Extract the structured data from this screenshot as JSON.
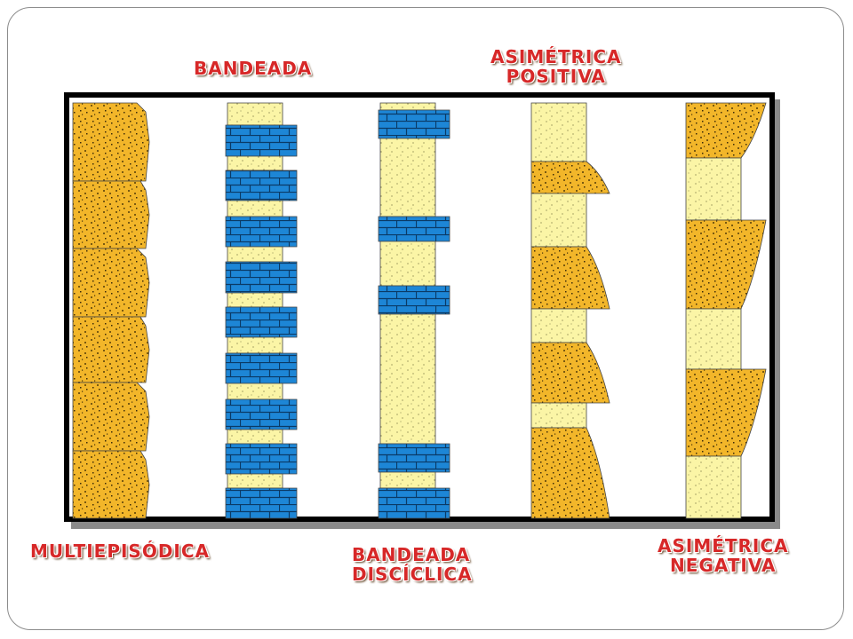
{
  "labels": {
    "bandeada": "BANDEADA",
    "asimetrica_positiva": [
      "ASIMÉTRICA",
      "POSITIVA"
    ],
    "multiepisodica": "MULTIEPISÓDICA",
    "bandeada_disciclica": [
      "BANDEADA",
      "DISCÍCLICA"
    ],
    "asimetrica_negativa": [
      "ASIMÉTRICA",
      "NEGATIVA"
    ]
  },
  "colors": {
    "label_red": "#d72828",
    "sandstone_orange": "#f2b62a",
    "sand_light": "#fbf5a6",
    "limestone_blue": "#1d86d6",
    "frame_black": "#000000"
  },
  "columns": [
    {
      "id": "multiepisodica",
      "pattern": [
        "conglomerate",
        "conglomerate",
        "conglomerate",
        "conglomerate",
        "conglomerate",
        "conglomerate"
      ]
    },
    {
      "id": "bandeada",
      "pattern": [
        "sand",
        "limestone",
        "sand",
        "limestone",
        "sand",
        "limestone",
        "sand",
        "limestone",
        "sand",
        "limestone",
        "sand",
        "limestone",
        "sand",
        "limestone",
        "sand",
        "limestone",
        "sand",
        "limestone"
      ]
    },
    {
      "id": "bandeada_disciclica",
      "pattern": [
        "limestone",
        "sand",
        "limestone",
        "sand",
        "limestone",
        "sand",
        "limestone",
        "sand",
        "limestone"
      ]
    },
    {
      "id": "asimetrica_positiva",
      "pattern": [
        "sand",
        "conglomerate",
        "sand",
        "conglomerate",
        "sand",
        "conglomerate",
        "sand",
        "conglomerate"
      ]
    },
    {
      "id": "asimetrica_negativa",
      "pattern": [
        "conglomerate",
        "sand",
        "conglomerate",
        "sand",
        "conglomerate",
        "sand"
      ]
    }
  ]
}
